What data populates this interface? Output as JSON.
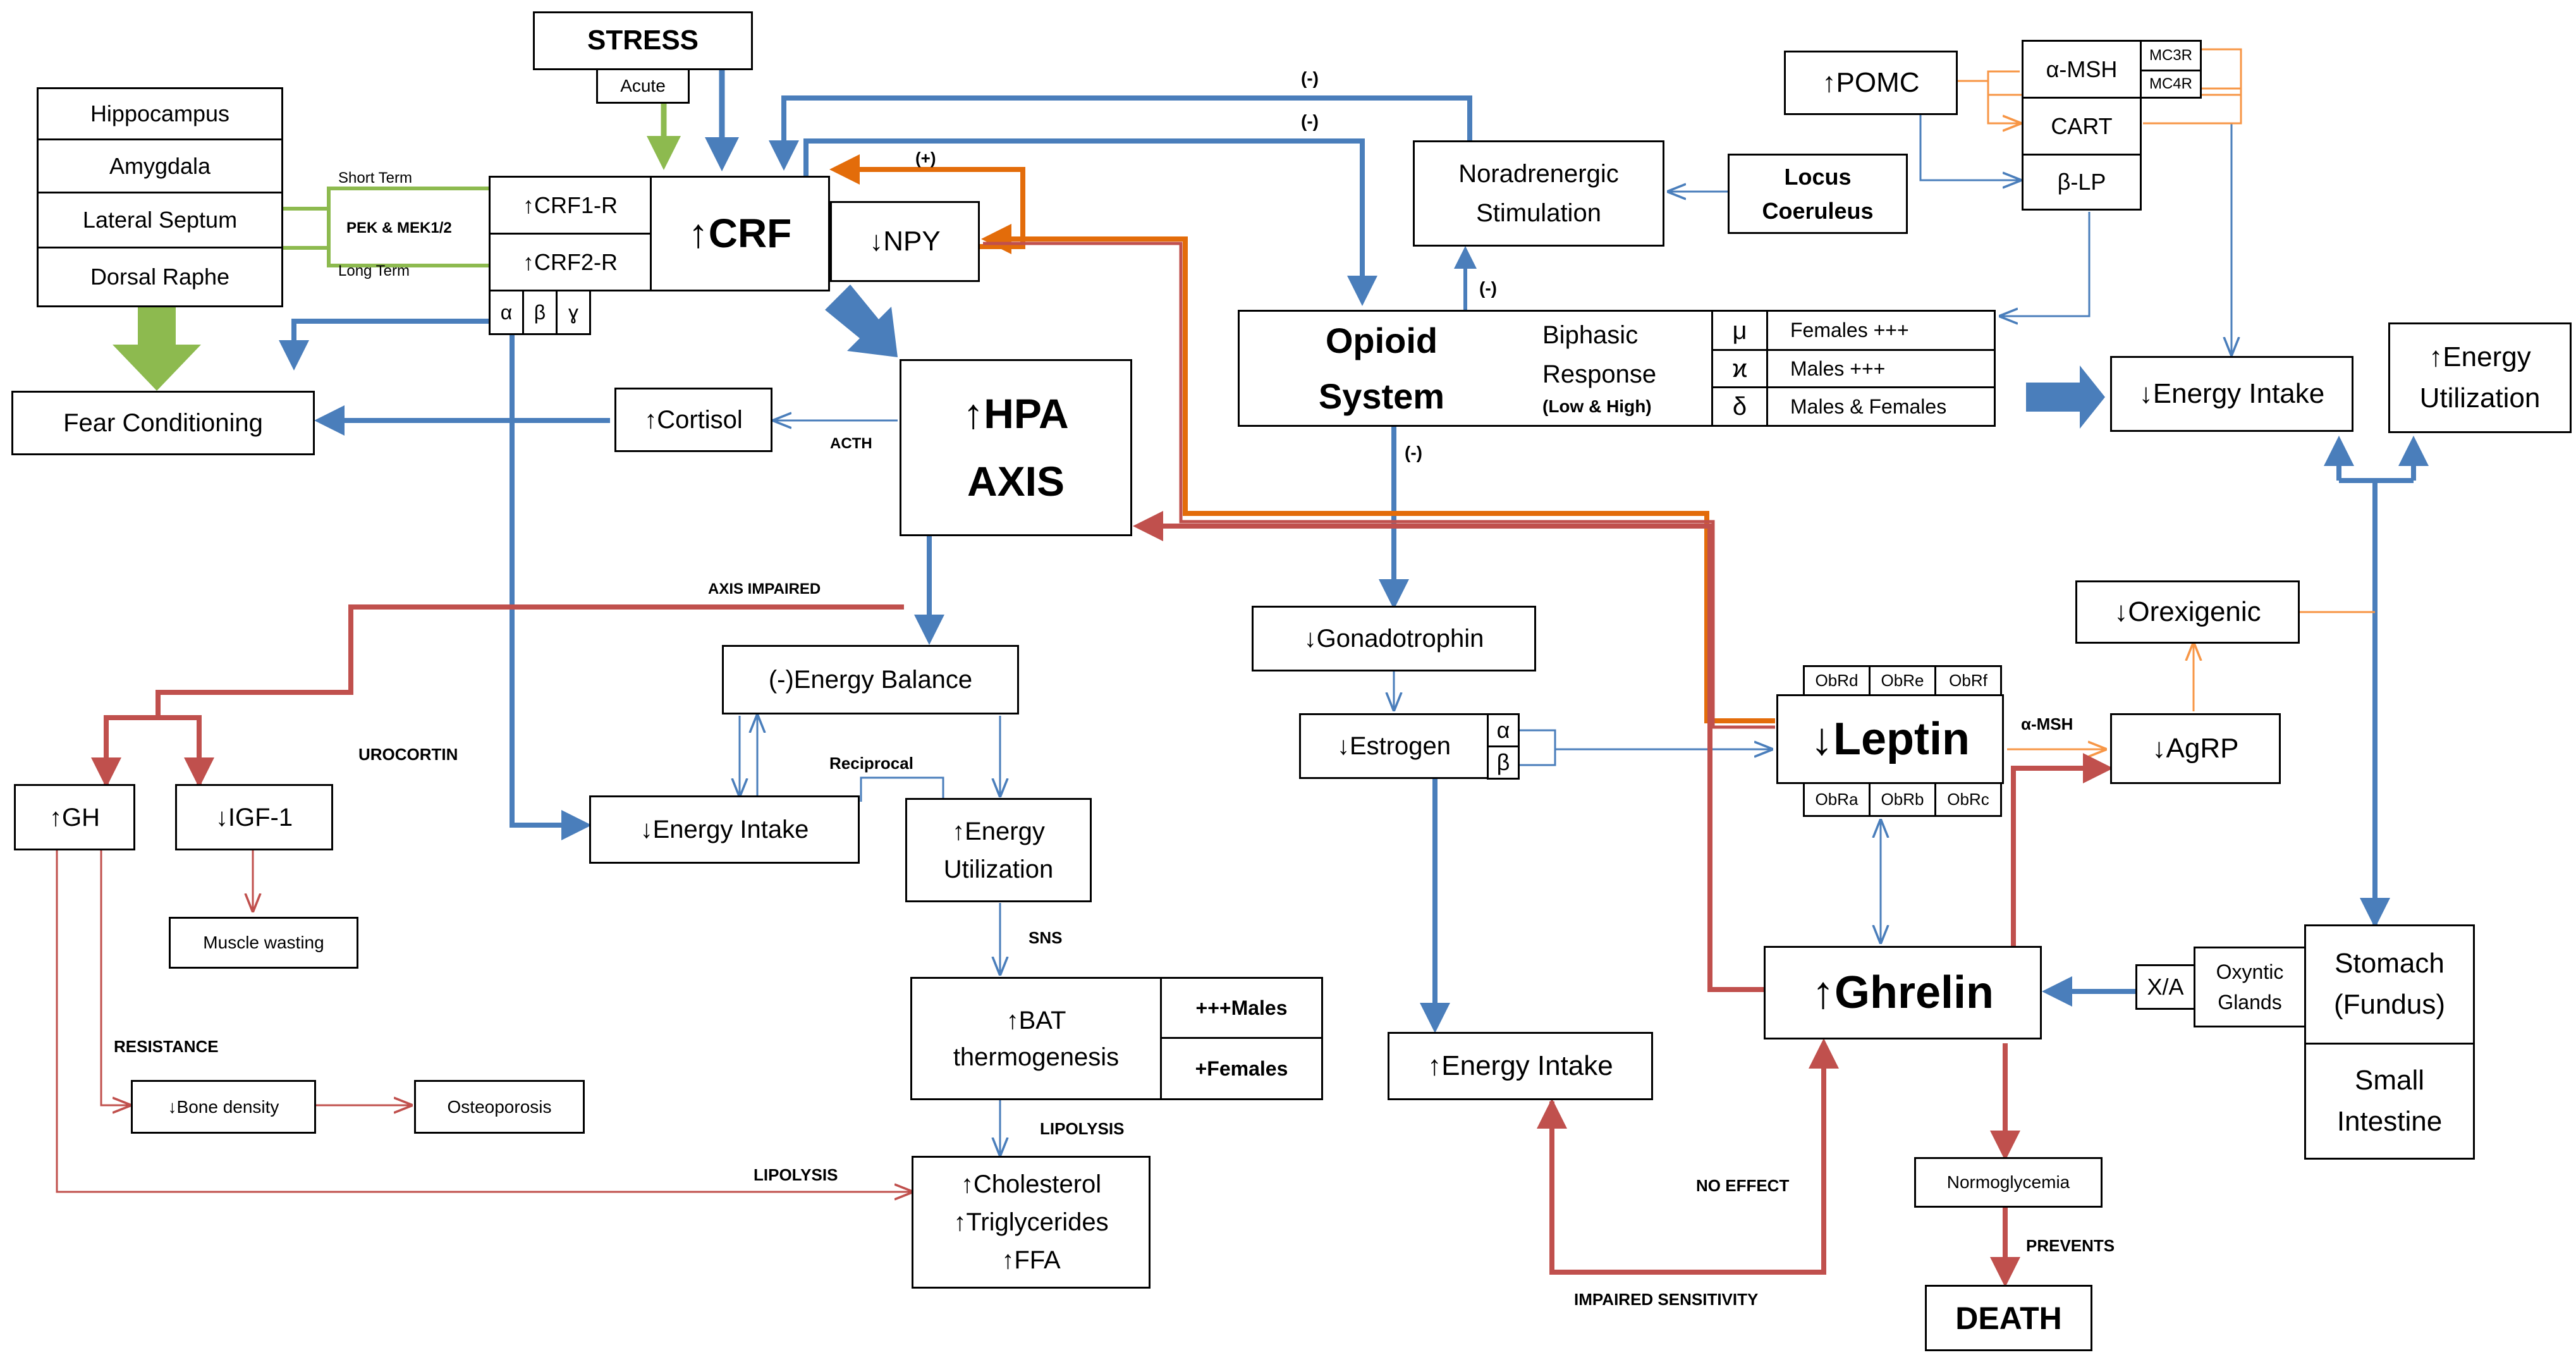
{
  "colors": {
    "blue": "#4a7ebb",
    "red": "#c0504d",
    "orange": "#e36c0a",
    "green": "#8dba4f",
    "light_orange": "#f79646",
    "black": "#000000"
  },
  "stress": {
    "title": "STRESS",
    "acute": "Acute"
  },
  "brain_regions": [
    "Hippocampus",
    "Amygdala",
    "Lateral Septum",
    "Dorsal Raphe"
  ],
  "pathway": {
    "short_term": "Short Term",
    "kinases": "PEK & MEK1/2",
    "long_term": "Long Term"
  },
  "crf": {
    "crf1r": "↑CRF1-R",
    "crf2r": "↑CRF2-R",
    "subunits": [
      "α",
      "β",
      "ɣ"
    ],
    "main": "↑CRF",
    "npy": "↓NPY"
  },
  "fear": "Fear Conditioning",
  "cortisol": "↑Cortisol",
  "hpa": {
    "line1": "↑HPA",
    "line2": "AXIS"
  },
  "labels": {
    "acth": "ACTH",
    "axis_impaired": "AXIS IMPAIRED",
    "urocortin": "UROCORTIN",
    "reciprocal": "Reciprocal",
    "sns": "SNS",
    "lipolysis_bat": "LIPOLYSIS",
    "lipolysis_gh": "LIPOLYSIS",
    "resistance": "RESISTANCE",
    "plus": "(+)",
    "minus_top1": "(-)",
    "minus_top2": "(-)",
    "minus_opioid_up": "(-)",
    "minus_opioid_down": "(-)",
    "alpha_msh_label": "α-MSH",
    "no_effect": "NO EFFECT",
    "impaired_sensitivity": "IMPAIRED SENSITIVITY",
    "prevents": "PREVENTS"
  },
  "gh": "↑GH",
  "igf": "↓IGF-1",
  "muscle": "Muscle wasting",
  "bone": "↓Bone density",
  "osteo": "Osteoporosis",
  "energy_balance": "(-)Energy Balance",
  "energy_intake_left": "↓Energy Intake",
  "energy_util_mid": {
    "line1": "↑Energy",
    "line2": "Utilization"
  },
  "bat": {
    "line1": "↑BAT",
    "line2": "thermogenesis",
    "males": "+++Males",
    "females": "+Females"
  },
  "lipids": [
    "↑Cholesterol",
    "↑Triglycerides",
    "↑FFA"
  ],
  "noradrenergic": {
    "line1": "Noradrenergic",
    "line2": "Stimulation"
  },
  "locus": {
    "line1": "Locus",
    "line2": "Coeruleus"
  },
  "opioid": {
    "line1": "Opioid",
    "line2": "System",
    "biphasic1": "Biphasic",
    "biphasic2": "Response",
    "biphasic3": "(Low & High)",
    "receptors": [
      {
        "symbol": "μ",
        "effect": "Females +++"
      },
      {
        "symbol": "ϰ",
        "effect": "Males +++"
      },
      {
        "symbol": "δ",
        "effect": "Males & Females"
      }
    ]
  },
  "pomc": "↑POMC",
  "pomc_products": [
    "α-MSH",
    "CART",
    "β-LP"
  ],
  "mc_receptors": [
    "MC3R",
    "MC4R"
  ],
  "energy_intake_right": "↓Energy Intake",
  "energy_util_right": {
    "line1": "↑Energy",
    "line2": "Utilization"
  },
  "gonadotrophin": "↓Gonadotrophin",
  "estrogen": {
    "label": "↓Estrogen",
    "alpha": "α",
    "beta": "β"
  },
  "energy_intake_up": "↑Energy Intake",
  "leptin": {
    "label": "↓Leptin",
    "receptors_top": [
      "ObRd",
      "ObRe",
      "ObRf"
    ],
    "receptors_bottom": [
      "ObRa",
      "ObRb",
      "ObRc"
    ]
  },
  "orexigenic": "↓Orexigenic",
  "agrp": "↓AgRP",
  "ghrelin": "↑Ghrelin",
  "xa": "X/A",
  "oxyntic": {
    "line1": "Oxyntic",
    "line2": "Glands"
  },
  "stomach": {
    "line1": "Stomach",
    "line2": "(Fundus)"
  },
  "small_intestine": {
    "line1": "Small",
    "line2": "Intestine"
  },
  "normoglycemia": "Normoglycemia",
  "death": "DEATH"
}
